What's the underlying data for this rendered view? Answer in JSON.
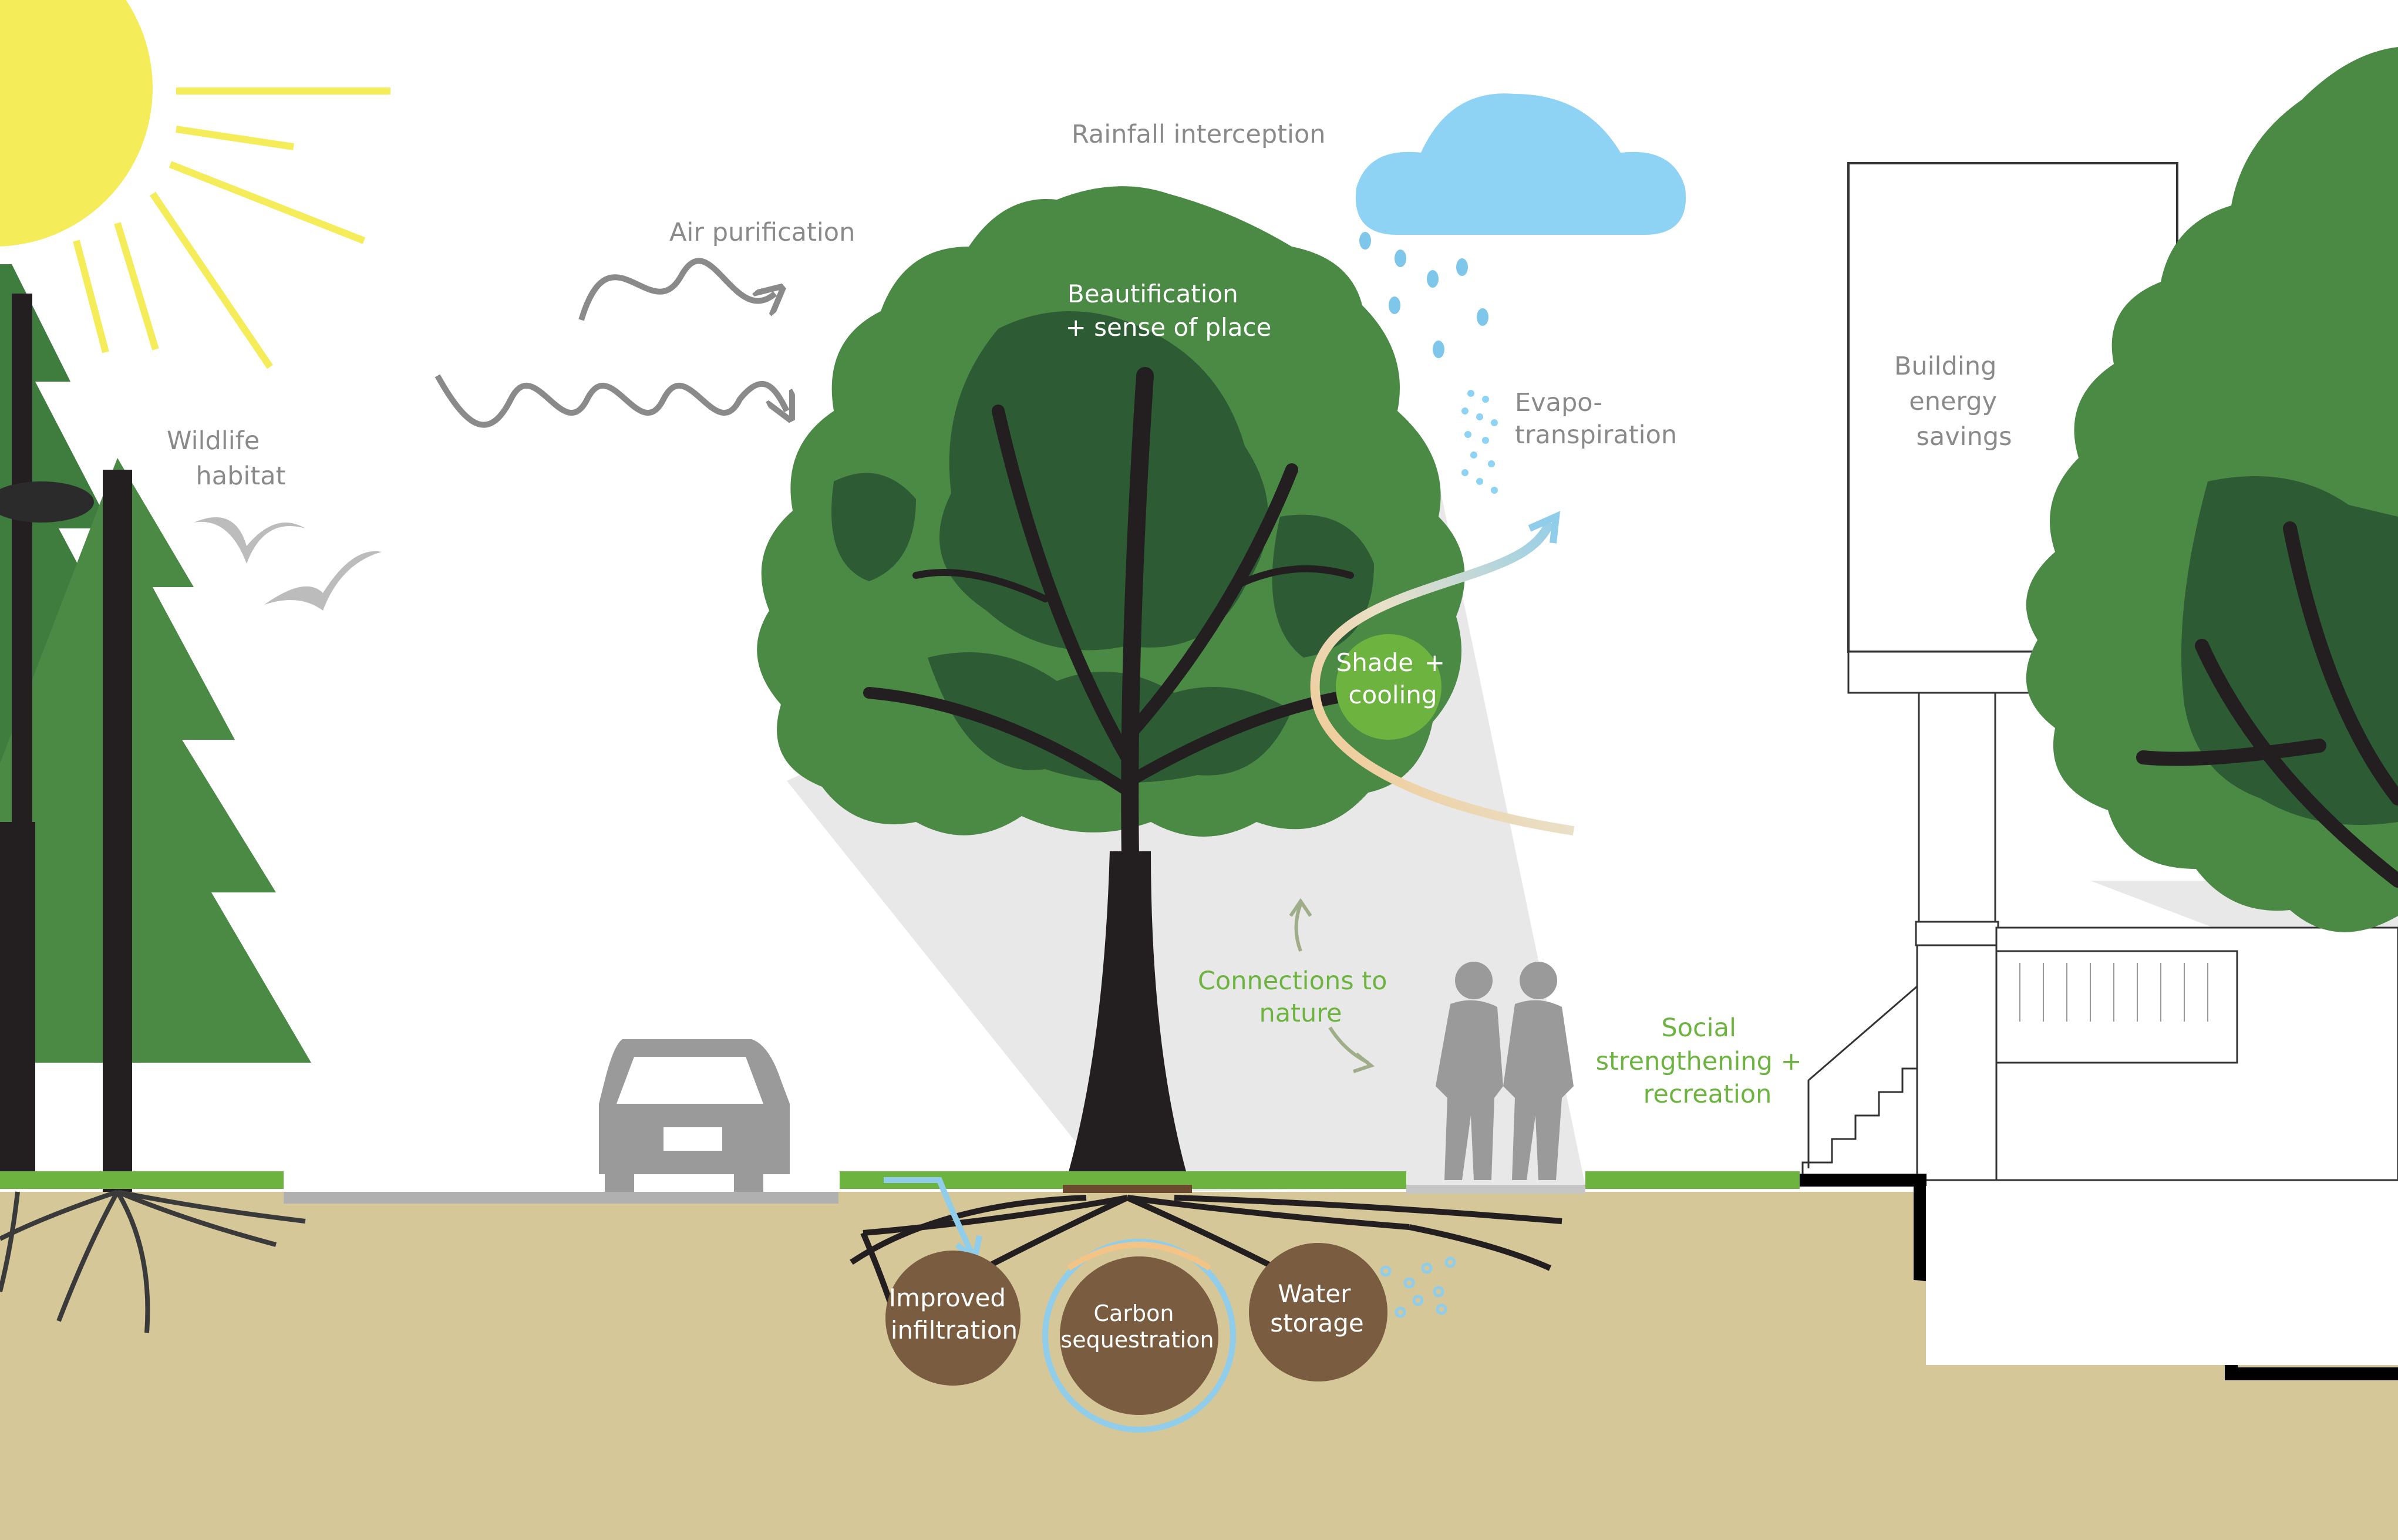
{
  "labels": {
    "wildlife_habitat": [
      "Wildlife",
      "habitat"
    ],
    "air_purification": "Air purification",
    "rainfall_interception": "Rainfall interception",
    "beautification": [
      "Beautification",
      "+ sense of place"
    ],
    "evapotranspiration": [
      "Evapo-",
      "transpiration"
    ],
    "building_energy": [
      "Building",
      "energy",
      "savings"
    ],
    "shade_cooling": [
      "Shade",
      "+",
      "cooling"
    ],
    "connections_nature": [
      "Connections to",
      "nature"
    ],
    "social": [
      "Social",
      "strengthening +",
      "recreation"
    ],
    "improved_infiltration": [
      "Improved",
      "infiltration"
    ],
    "carbon_sequestration": [
      "Carbon",
      "sequestration"
    ],
    "water_storage": [
      "Water",
      "storage"
    ]
  },
  "colors": {
    "sun": "#f4ec59",
    "cloud": "#8fd3f4",
    "rain": "#7ec7ea",
    "tree_light": "#4a8a45",
    "tree_dark": "#2c5b34",
    "trunk": "#231f20",
    "soil": "#d6c798",
    "grass": "#6cb33f",
    "circle_brown": "#7a5c40",
    "label_gray": "#8a8a8a",
    "label_green": "#6cb33f",
    "shadow": "#e8e8e8"
  }
}
